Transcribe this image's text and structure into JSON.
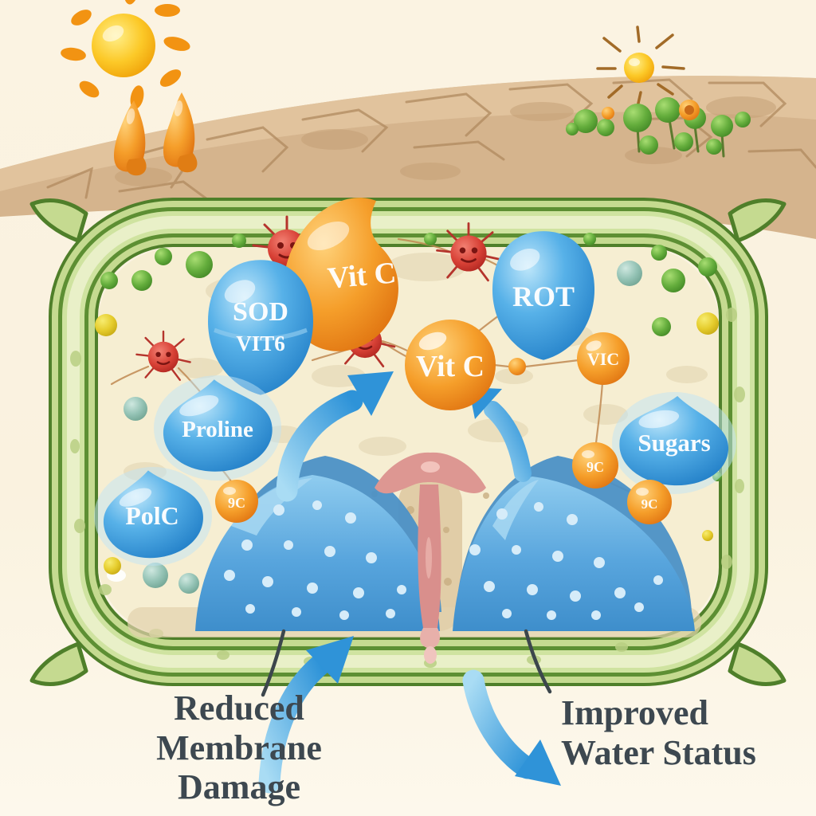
{
  "captions": {
    "left": {
      "line1": "Reduced",
      "line2": "Membrane",
      "line3": "Damage"
    },
    "right": {
      "line1": "Improved",
      "line2": "Water Status"
    }
  },
  "molecules": {
    "vitc_top": "Vit C",
    "sod_line1": "SOD",
    "sod_line2": "VIT6",
    "rot": "ROT",
    "vitc_center": "Vit C",
    "vic": "VIC",
    "proline": "Proline",
    "polc": "PolC",
    "sugars": "Sugars",
    "node_left": "9C",
    "node_right_upper": "9C",
    "node_right_lower": "9C"
  },
  "colors": {
    "background": "#faf2e1",
    "soil": "#d5b48d",
    "cell_wall_green": "#5d8f33",
    "cell_interior": "#f6eed2",
    "osmolyte_blue": "#3e97d6",
    "antioxidant_orange": "#ee8a1d",
    "ros_red": "#cf3a30",
    "vacuole_blue": "#4f9fd8",
    "channel_pink": "#d98f8c",
    "caption_text": "#3d4850"
  }
}
